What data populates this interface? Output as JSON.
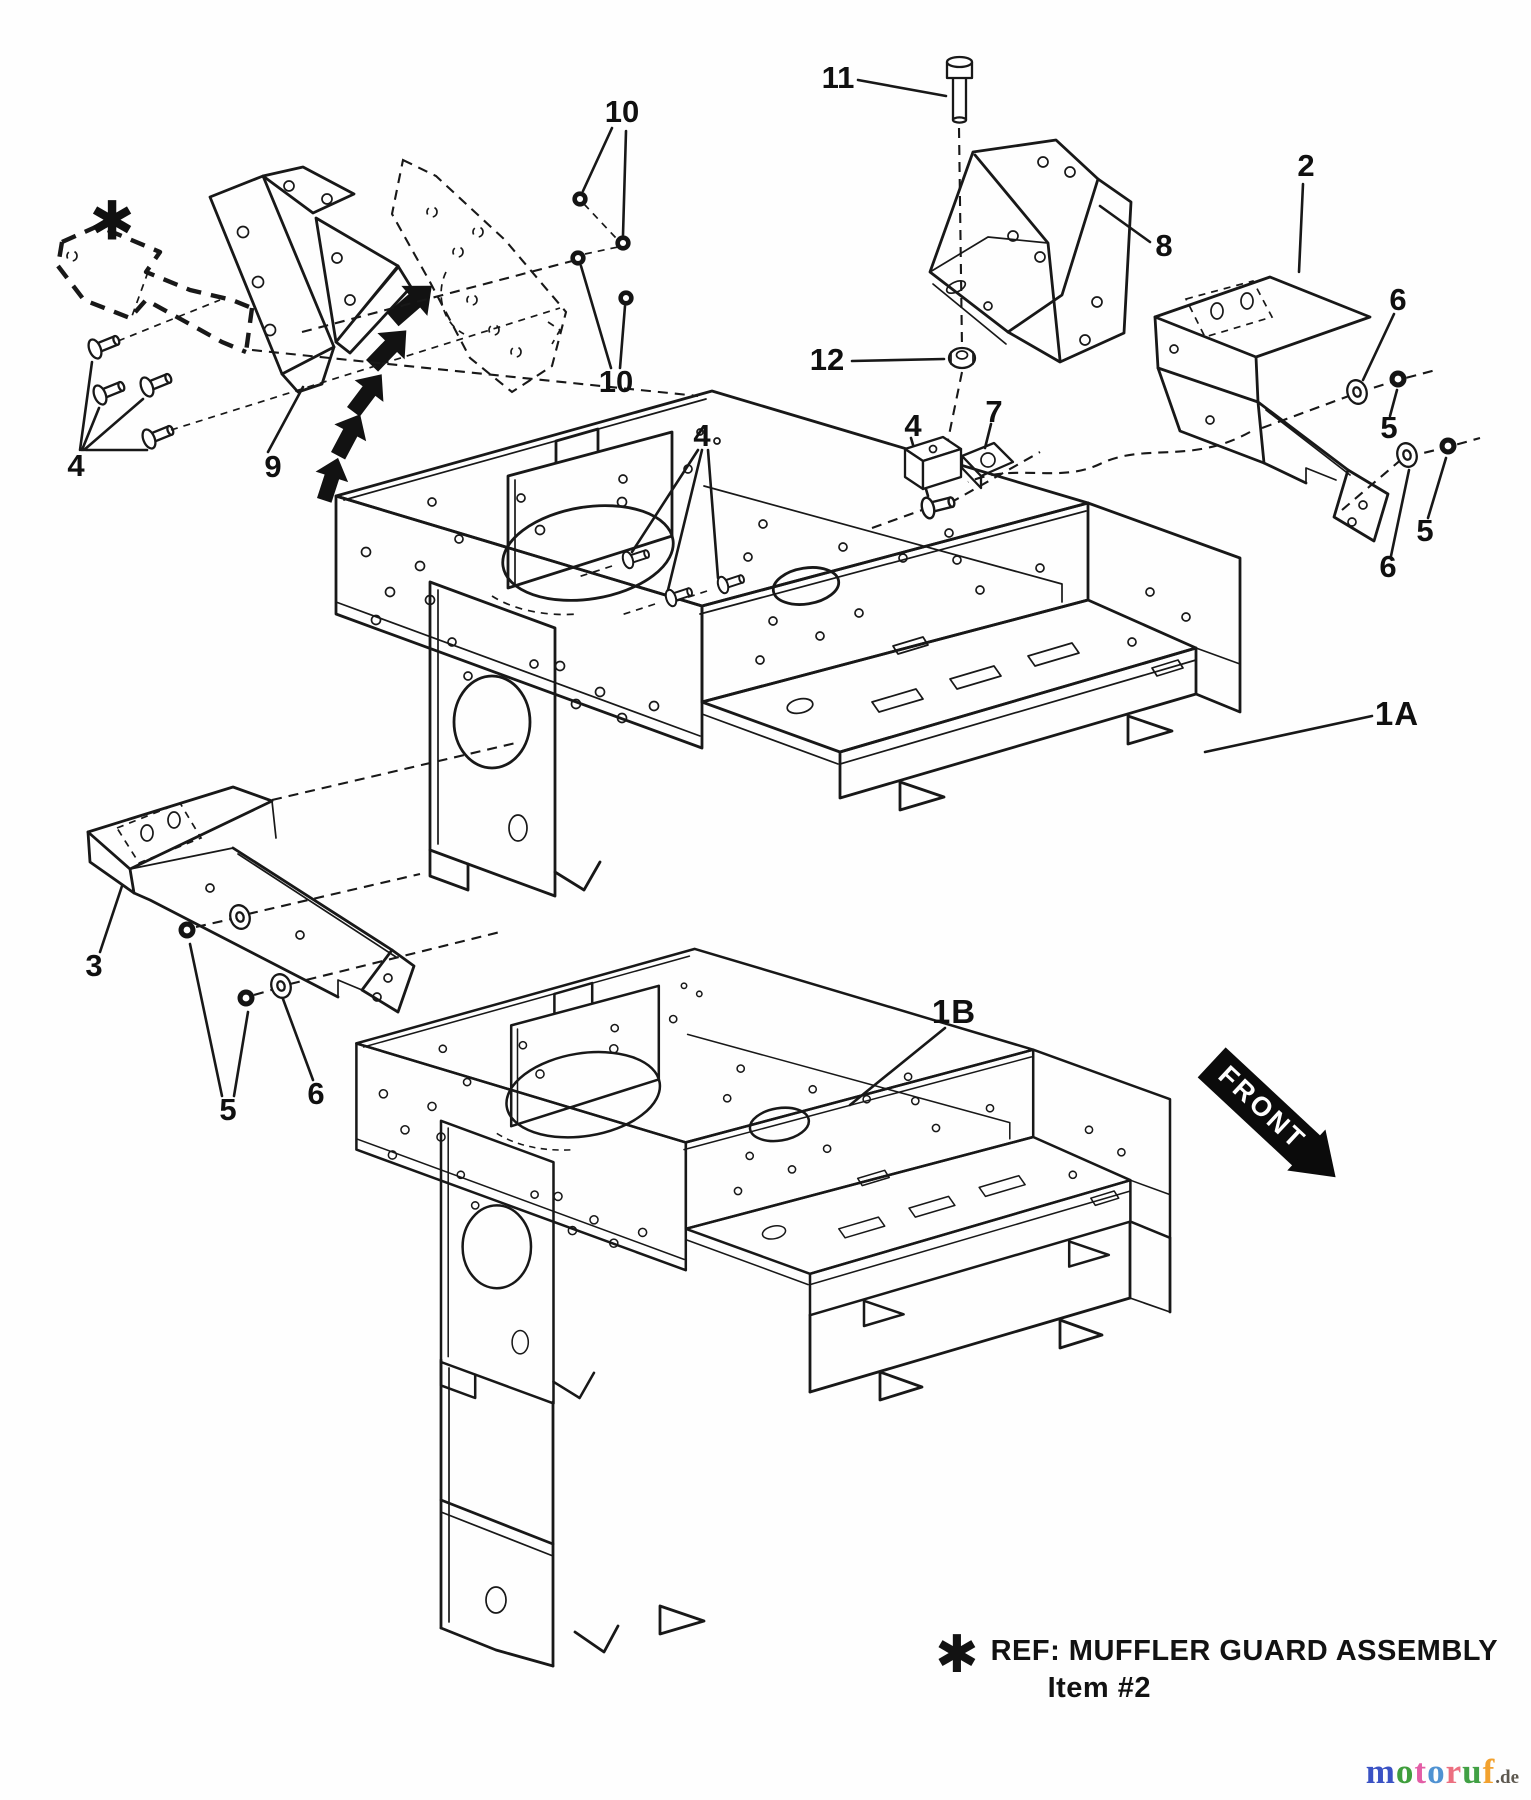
{
  "page": {
    "background": "#fefefe",
    "line_color": "#181818",
    "description_type": "exploded-parts-diagram"
  },
  "labels": {
    "asterisk": "✱",
    "n1a": "1A",
    "n1b": "1B",
    "n2": "2",
    "n3": "3",
    "n4": "4",
    "n5": "5",
    "n6": "6",
    "n7": "7",
    "n8": "8",
    "n9": "9",
    "n10": "10",
    "n11": "11",
    "n12": "12"
  },
  "front_arrow": {
    "label": "FRONT"
  },
  "reference_note": {
    "symbol": "✱",
    "line1": "REF: MUFFLER GUARD ASSEMBLY",
    "line2": "Item #2"
  },
  "icons": {
    "motion_arrows": "five thick black arrows pointing up-right",
    "front_arrowhead": "solid black triangle pointing down-right"
  },
  "watermark": {
    "letters": [
      {
        "ch": "m",
        "style": "color:#3a52c4"
      },
      {
        "ch": "o",
        "style": "color:#3f9e3c"
      },
      {
        "ch": "t",
        "style": "color:#e35da6"
      },
      {
        "ch": "o",
        "style": "color:#4f92d2"
      },
      {
        "ch": "r",
        "style": "color:#ec6f80"
      },
      {
        "ch": "u",
        "style": "color:#41a044"
      },
      {
        "ch": "f",
        "style": "color:#f2a12e"
      }
    ],
    "suffix": ".de",
    "suffix_style": "color:#5d584f"
  }
}
